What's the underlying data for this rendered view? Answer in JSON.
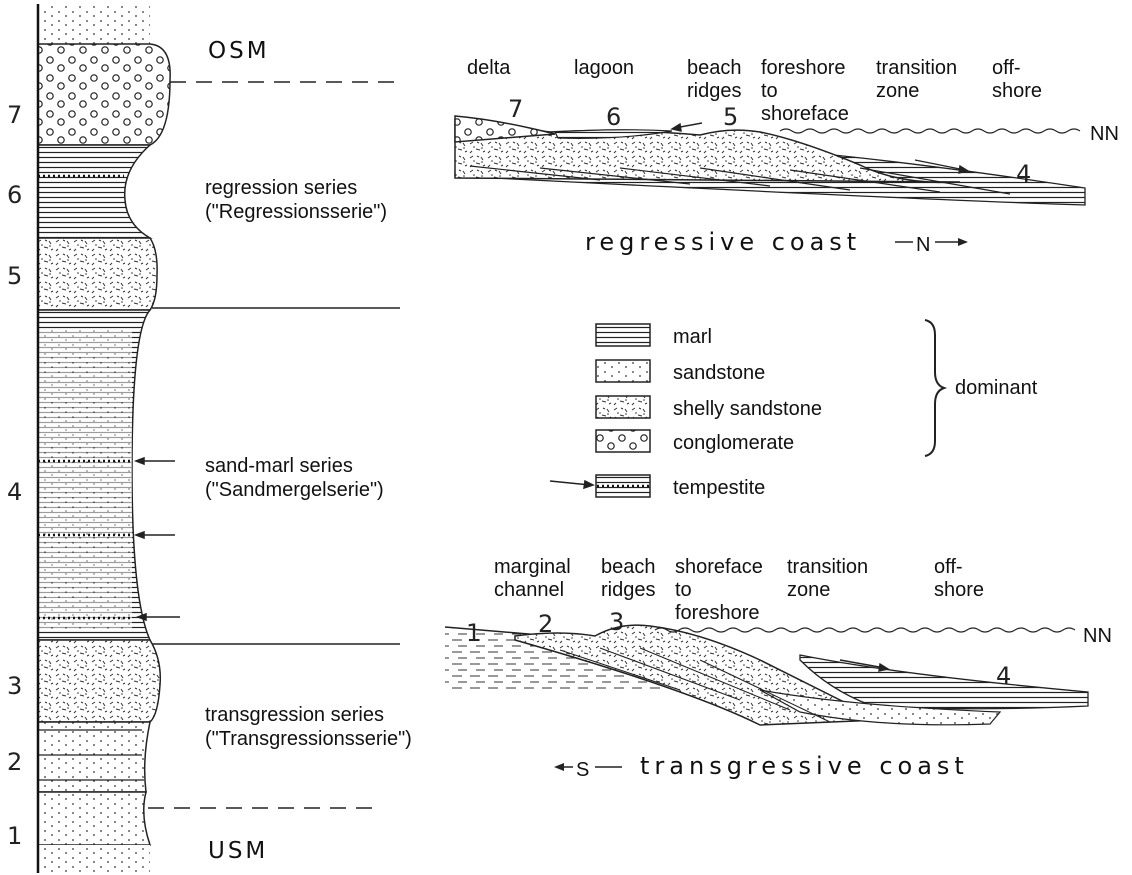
{
  "column": {
    "unit_top": "OSM",
    "unit_bottom": "USM",
    "numbers": [
      "7",
      "6",
      "5",
      "4",
      "3",
      "2",
      "1"
    ],
    "series": {
      "regression": [
        "regression series",
        "(\"Regressionsserie\")"
      ],
      "sandmarl": [
        "sand-marl series",
        "(\"Sandmergelserie\")"
      ],
      "transgression": [
        "transgression series",
        "(\"Transgressionsserie\")"
      ]
    }
  },
  "regressive": {
    "zones": [
      [
        "delta"
      ],
      [
        "lagoon"
      ],
      [
        "beach",
        "ridges"
      ],
      [
        "foreshore",
        "to",
        "shoreface"
      ],
      [
        "transition",
        "zone"
      ],
      [
        "off-",
        "shore"
      ]
    ],
    "sea_level": "NN",
    "numbers": [
      "7",
      "6",
      "5",
      "4"
    ],
    "caption": "regressive coast",
    "direction": "N"
  },
  "transgressive": {
    "zones": [
      [
        "marginal",
        "channel"
      ],
      [
        "beach",
        "ridges"
      ],
      [
        "shoreface",
        "to",
        "foreshore"
      ],
      [
        "transition",
        "zone"
      ],
      [
        "off-",
        "shore"
      ]
    ],
    "sea_level": "NN",
    "numbers": [
      "1",
      "2",
      "3",
      "4"
    ],
    "caption": "transgressive coast",
    "direction": "S"
  },
  "legend": {
    "items": [
      "marl",
      "sandstone",
      "shelly sandstone",
      "conglomerate",
      "tempestite"
    ],
    "group_label": "dominant"
  }
}
